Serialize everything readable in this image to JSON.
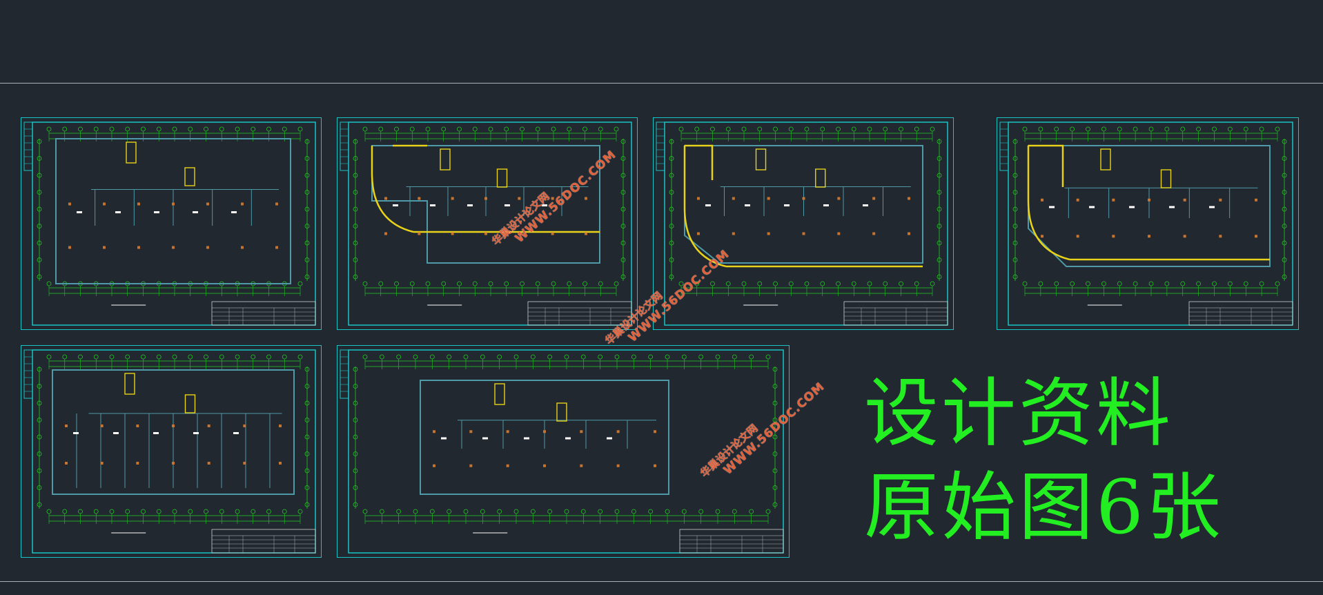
{
  "window": {
    "title": ""
  },
  "headline": {
    "line1": "设计资料",
    "line2": "原始图6张"
  },
  "watermarks": [
    {
      "site": "华巢设计论文网",
      "url": "WWW.56DOC.COM"
    },
    {
      "site": "华巢设计论文网",
      "url": "WWW.56DOC.COM"
    },
    {
      "site": "华巢设计论文网",
      "url": "WWW.56DOC.COM"
    }
  ],
  "sheets": [
    {
      "id": 1,
      "kind": "floor-plan",
      "title_block": ""
    },
    {
      "id": 2,
      "kind": "floor-plan",
      "title_block": ""
    },
    {
      "id": 3,
      "kind": "floor-plan",
      "title_block": ""
    },
    {
      "id": 4,
      "kind": "floor-plan",
      "title_block": ""
    },
    {
      "id": 5,
      "kind": "floor-plan",
      "title_block": ""
    },
    {
      "id": 6,
      "kind": "site-plan",
      "title_block": ""
    }
  ],
  "colors": {
    "background": "#212830",
    "frame": "#18c4c4",
    "grid": "#22cc22",
    "wall": "#4f9aa8",
    "highlight": "#e8d21a",
    "column": "#c8742c",
    "headline": "#22ee22",
    "watermark": "#e0613a"
  }
}
